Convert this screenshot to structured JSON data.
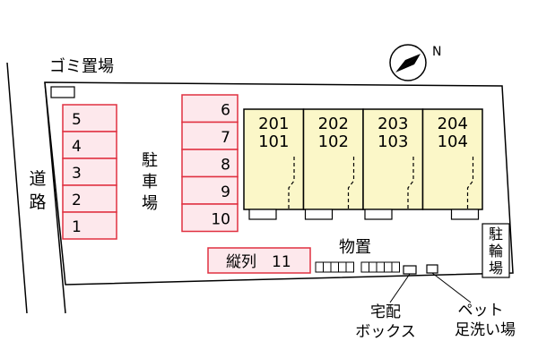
{
  "road_label": [
    "道",
    "路"
  ],
  "garbage_label": "ゴミ置場",
  "parking_label": [
    "駐",
    "車",
    "場"
  ],
  "parking_left": [
    "5",
    "4",
    "3",
    "2",
    "1"
  ],
  "parking_middle": [
    "6",
    "7",
    "8",
    "9",
    "10"
  ],
  "parking_bottom": "縦列　11",
  "units": [
    {
      "upper": "201",
      "lower": "101"
    },
    {
      "upper": "202",
      "lower": "102"
    },
    {
      "upper": "203",
      "lower": "103"
    },
    {
      "upper": "204",
      "lower": "104"
    }
  ],
  "bike_parking": [
    "駐",
    "輪",
    "場"
  ],
  "storage_label": "物置",
  "delivery_box": [
    "宅配",
    "ボックス"
  ],
  "pet_wash": [
    "ペット",
    "足洗い場"
  ],
  "colors": {
    "parking_border": "#e03040",
    "parking_fill": "#fde8ec",
    "unit_fill": "#fbf7c8",
    "line": "#000000"
  },
  "compass_icon": "north-compass-icon"
}
